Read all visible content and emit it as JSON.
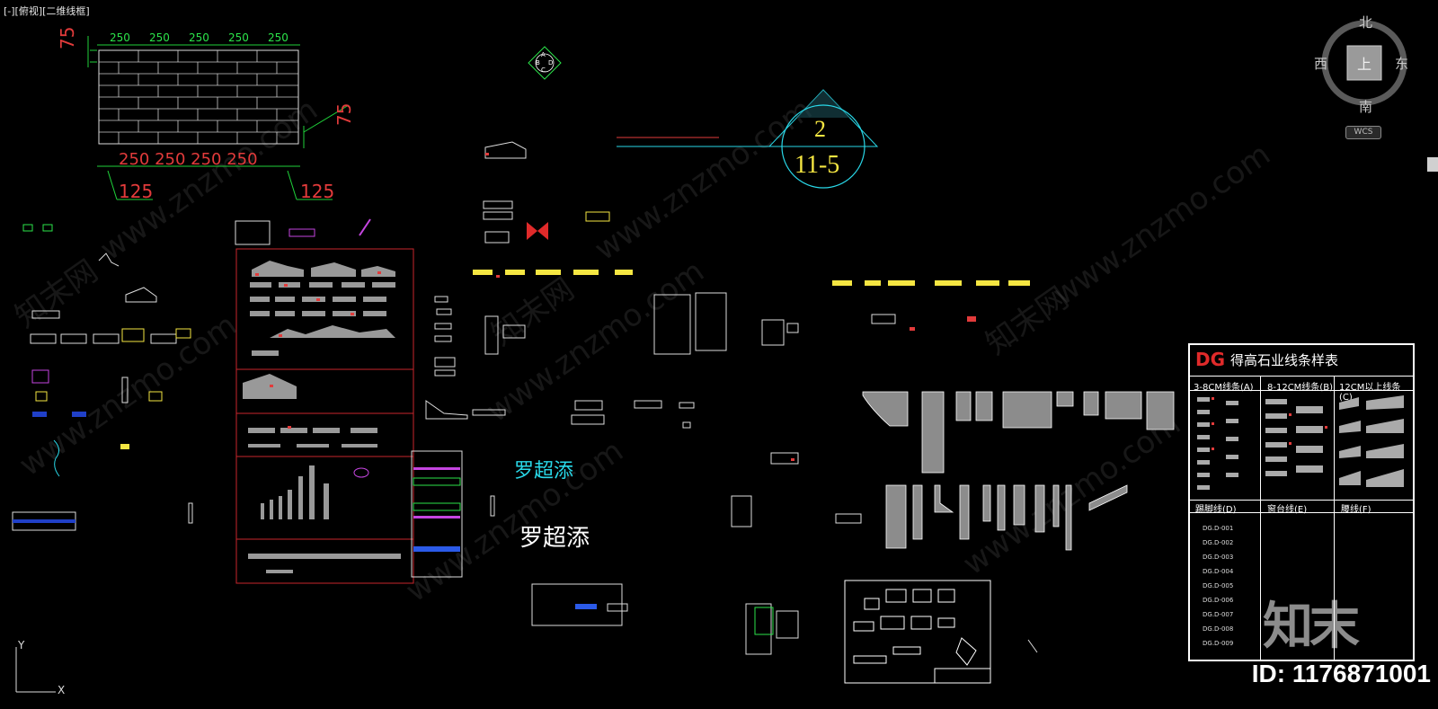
{
  "viewport": {
    "label": "[-][俯视][二维线框]"
  },
  "navcube": {
    "north": "北",
    "south": "南",
    "east": "东",
    "west": "西",
    "top": "上",
    "wcs": "WCS"
  },
  "brick": {
    "top_dims": [
      "250",
      "250",
      "250",
      "250",
      "250"
    ],
    "bottom_dims": "250 250 250 250",
    "left_height": "75",
    "right_height": "75",
    "left_offset": "125",
    "right_offset": "125"
  },
  "section_marker": {
    "number": "2",
    "sheet": "11-5"
  },
  "compass_letters": [
    "A",
    "B",
    "C",
    "D"
  ],
  "names": {
    "cyan": "罗超添",
    "white": "罗超添"
  },
  "legend": {
    "logo": "DG",
    "title": "得高石业线条样表",
    "columns": [
      "3-8CM线条(A)",
      "8-12CM线条(B)",
      "12CM以上线条(C)"
    ],
    "sections": [
      "踢脚线(D)",
      "窗台线(E)",
      "腰线(F)"
    ],
    "d_rows": [
      "DG.D-001",
      "DG.D-002",
      "DG.D-003",
      "DG.D-004",
      "DG.D-005",
      "DG.D-006",
      "DG.D-007",
      "DG.D-008",
      "DG.D-009"
    ]
  },
  "watermark": {
    "site": "www.znzmo.com",
    "brand": "知末网",
    "logo": "知末"
  },
  "id": "ID: 1176871001",
  "colors": {
    "background": "#000000",
    "dim": "#1fd13a",
    "red": "#e23b3b",
    "cyan": "#29d8e8",
    "yellow": "#f5e642"
  }
}
